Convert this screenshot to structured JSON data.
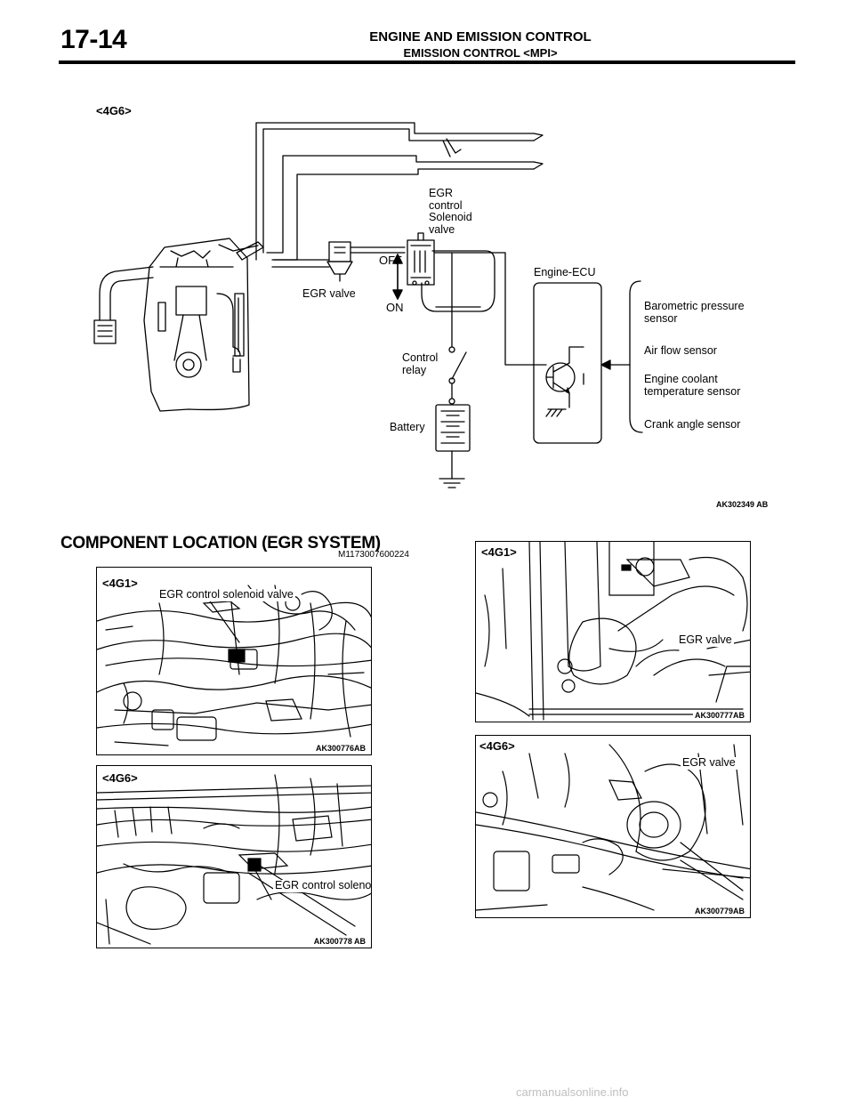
{
  "header": {
    "page_number": "17-14",
    "title": "ENGINE AND EMISSION CONTROL",
    "subtitle": "EMISSION CONTROL <MPI>"
  },
  "schematic": {
    "engine_tag": "<4G6>",
    "egr_valve": "EGR valve",
    "solenoid_valve": "EGR\ncontrol\nSolenoid\nvalve",
    "off": "OFF",
    "on": "ON",
    "control_relay": "Control\nrelay",
    "battery": "Battery",
    "engine_ecu": "Engine-ECU",
    "sensors": [
      "Barometric pressure\nsensor",
      "Air flow sensor",
      "Engine coolant\ntemperature sensor",
      "Crank angle sensor"
    ],
    "figure_id": "AK302349 AB"
  },
  "section": {
    "heading": "COMPONENT LOCATION (EGR SYSTEM)",
    "code": "M1173007600224"
  },
  "photos": [
    {
      "tag": "<4G1>",
      "label": "EGR control\nsolenoid valve",
      "id": "AK300776AB"
    },
    {
      "tag": "<4G6>",
      "label": "EGR control\nsolenoid valve",
      "id": "AK300778 AB"
    },
    {
      "tag": "<4G1>",
      "label": "EGR valve",
      "id": "AK300777AB"
    },
    {
      "tag": "<4G6>",
      "label": "EGR valve",
      "id": "AK300779AB"
    }
  ],
  "footer": "carmanualsonline.info"
}
